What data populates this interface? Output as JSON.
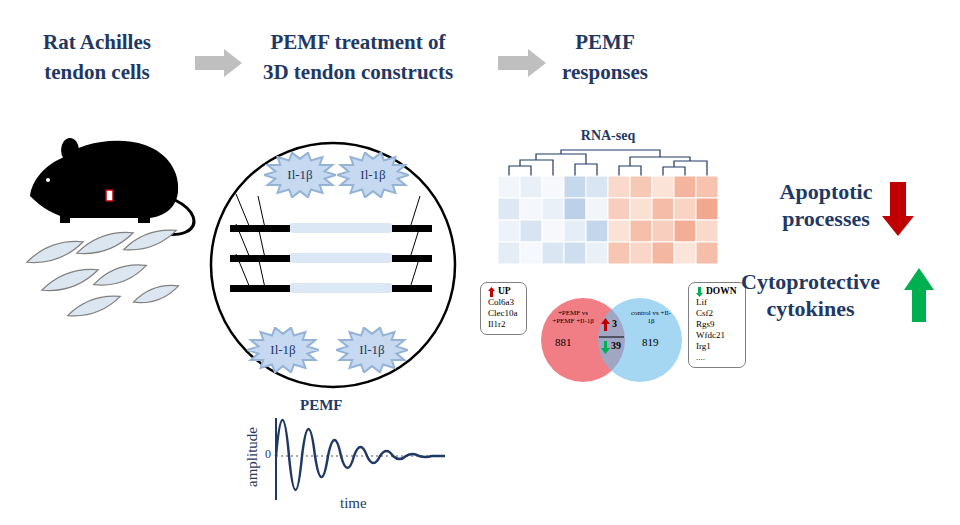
{
  "diagram": {
    "nodes": [
      {
        "text": [
          "Il-1β"
        ]
      },
      {
        "text": [
          "Il-1β"
        ]
      },
      {
        "text": [
          "Il-1β"
        ]
      },
      {
        "text": [
          "Il-1β"
        ]
      },
      {
        "text": [
          "UP",
          "Col6a3",
          "Clec10a",
          "Il1r2"
        ]
      },
      {
        "text": [
          "+PEMF vs +PEMF +Il-1β",
          "881"
        ]
      },
      {
        "text": [
          "control vs +Il-1β",
          "819"
        ]
      },
      {
        "text": [
          "DOWN",
          "Lif",
          "Csf2",
          "Rgs9",
          "Wfdc21",
          "Irg1",
          "...."
        ]
      }
    ],
    "labels": [
      "Rat Achilles tendon cells",
      "PEMF treatment of 3D tendon constructs",
      "PEMF responses",
      "RNA-seq",
      "3",
      "39",
      "Apoptotic processes",
      "Cytoprotective cytokines",
      "PEMF",
      "amplitude",
      "0",
      "time"
    ]
  }
}
